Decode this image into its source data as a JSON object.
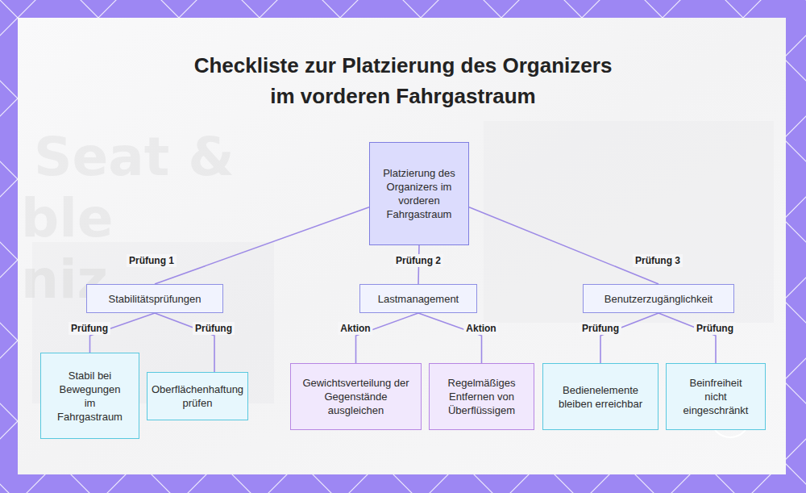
{
  "diagram": {
    "title": "Checkliste zur Platzierung des Organizers im vorderen Fahrgastraum",
    "nodes": [
      {
        "text": [
          "Platzierung des Organizers im vorderen Fahrgastraum"
        ]
      },
      {
        "text": [
          "Stabilitätsprüfungen"
        ]
      },
      {
        "text": [
          "Lastmanagement"
        ]
      },
      {
        "text": [
          "Benutzerzugänglichkeit"
        ]
      },
      {
        "text": [
          "Stabil bei Bewegungen im Fahrgastraum"
        ]
      },
      {
        "text": [
          "Oberflächenhaftung prüfen"
        ]
      },
      {
        "text": [
          "Gewichtsverteilung der Gegenstände ausgleichen"
        ]
      },
      {
        "text": [
          "Regelmäßiges Entfernen von Überflüssigem"
        ]
      },
      {
        "text": [
          "Bedienelemente bleiben erreichbar"
        ]
      },
      {
        "text": [
          "Beinfreiheit nicht eingeschränkt"
        ]
      }
    ],
    "edges": [
      {
        "from": 0,
        "to": 1,
        "label": "Prüfung 1",
        "arrow": "none"
      },
      {
        "from": 0,
        "to": 2,
        "label": "Prüfung 2",
        "arrow": "none"
      },
      {
        "from": 0,
        "to": 3,
        "label": "Prüfung 3",
        "arrow": "none"
      },
      {
        "from": 1,
        "to": 4,
        "label": "Prüfung",
        "arrow": "none"
      },
      {
        "from": 1,
        "to": 5,
        "label": "Prüfung",
        "arrow": "none"
      },
      {
        "from": 2,
        "to": 6,
        "label": "Aktion",
        "arrow": "none"
      },
      {
        "from": 2,
        "to": 7,
        "label": "Aktion",
        "arrow": "none"
      },
      {
        "from": 3,
        "to": 8,
        "label": "Prüfung",
        "arrow": "none"
      },
      {
        "from": 3,
        "to": 9,
        "label": "Prüfung",
        "arrow": "none"
      }
    ],
    "labels": [
      "Seat &",
      "ble",
      "niz"
    ]
  }
}
